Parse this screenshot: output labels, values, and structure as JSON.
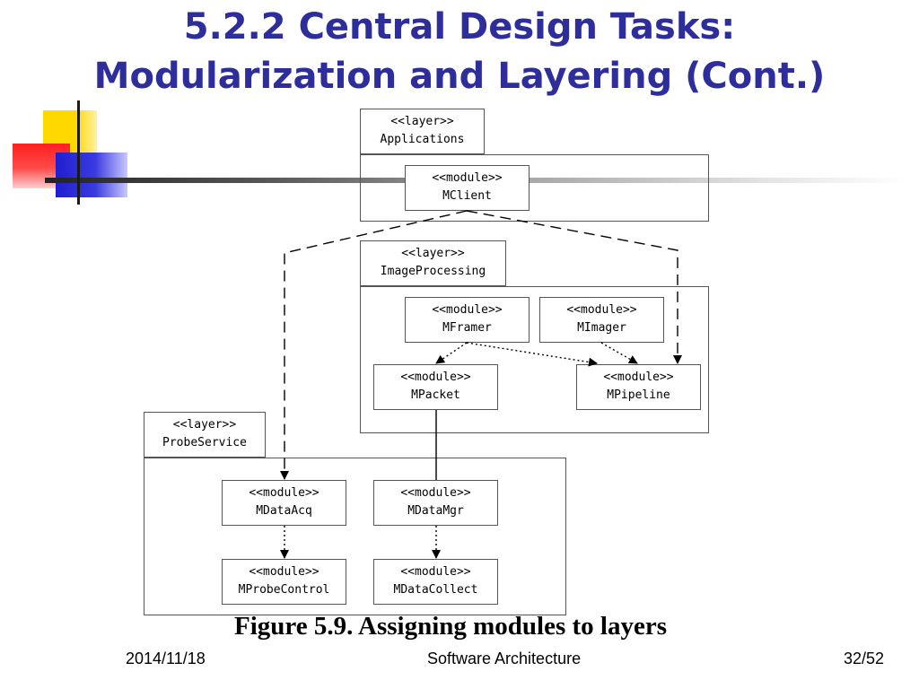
{
  "slide": {
    "title_line1": "5.2.2  Central Design Tasks:",
    "title_line2": "Modularization and Layering (Cont.)",
    "caption": "Figure 5.9. Assigning modules to layers",
    "footer_date": "2014/11/18",
    "footer_center": "Software Architecture",
    "footer_page": "32/52"
  },
  "diagram": {
    "layers": {
      "applications": {
        "stereotype": "<<layer>>",
        "name": "Applications"
      },
      "imageprocessing": {
        "stereotype": "<<layer>>",
        "name": "ImageProcessing"
      },
      "probeservice": {
        "stereotype": "<<layer>>",
        "name": "ProbeService"
      }
    },
    "modules": {
      "mclient": {
        "stereotype": "<<module>>",
        "name": "MClient"
      },
      "mframer": {
        "stereotype": "<<module>>",
        "name": "MFramer"
      },
      "mimager": {
        "stereotype": "<<module>>",
        "name": "MImager"
      },
      "mpacket": {
        "stereotype": "<<module>>",
        "name": "MPacket"
      },
      "mpipeline": {
        "stereotype": "<<module>>",
        "name": "MPipeline"
      },
      "mdataacq": {
        "stereotype": "<<module>>",
        "name": "MDataAcq"
      },
      "mdatamgr": {
        "stereotype": "<<module>>",
        "name": "MDataMgr"
      },
      "mprobecontrol": {
        "stereotype": "<<module>>",
        "name": "MProbeControl"
      },
      "mdatacollect": {
        "stereotype": "<<module>>",
        "name": "MDataCollect"
      }
    }
  }
}
